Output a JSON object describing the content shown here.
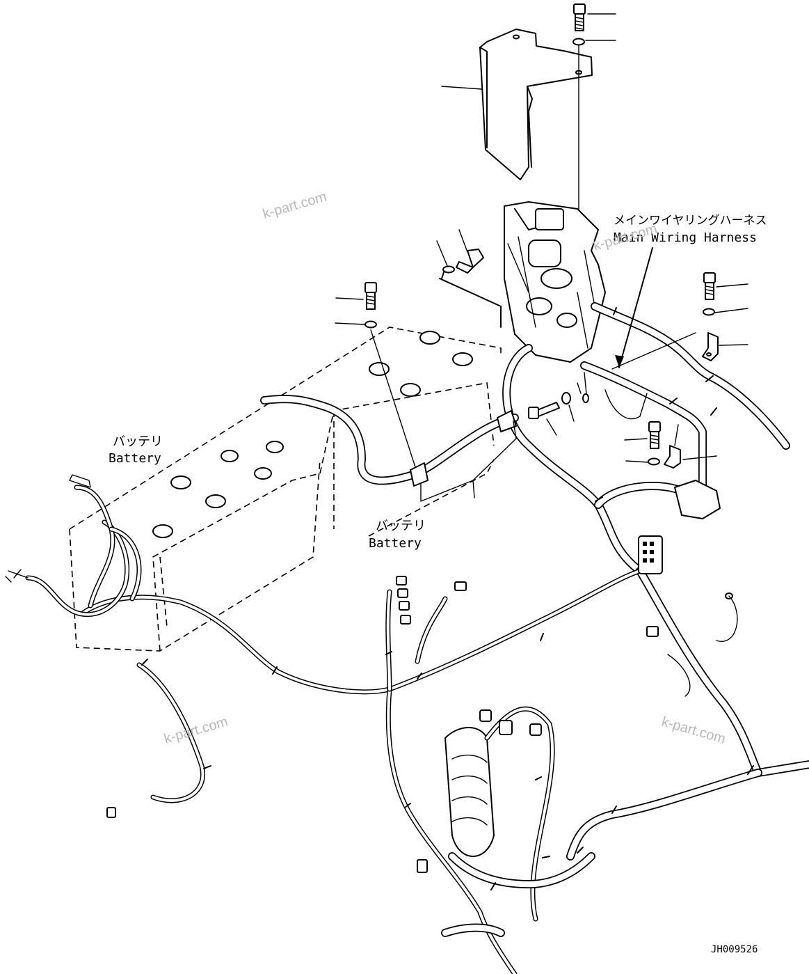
{
  "labels": {
    "battery_left_jp": "バッテリ",
    "battery_left_en": "Battery",
    "battery_center_jp": "バッテリ",
    "battery_center_en": "Battery",
    "harness_jp": "メインワイヤリングハーネス",
    "harness_en": "Main Wiring Harness",
    "drawing_number": "JH009526"
  },
  "watermarks": [
    "k-part.com",
    "k-part.com",
    "k-part.com",
    "k-part.com"
  ],
  "icons": [
    "bolt-icon",
    "washer-icon",
    "bracket-icon",
    "cover-plate-icon",
    "clamp-icon",
    "connector-icon"
  ],
  "colors": {
    "ink": "#000000",
    "paper": "#ffffff",
    "watermark": "#b8b8b8"
  }
}
